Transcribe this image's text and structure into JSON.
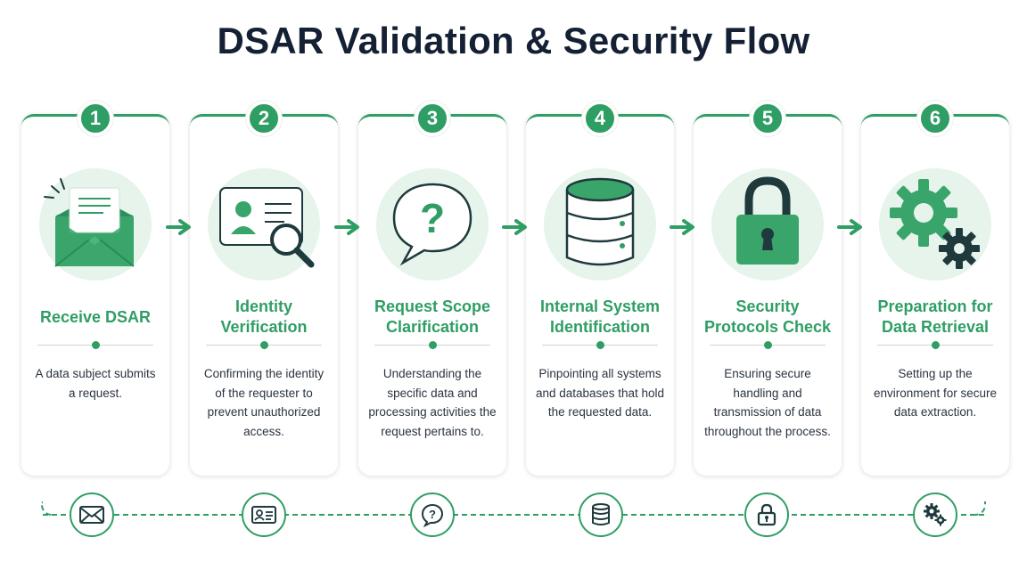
{
  "title": "DSAR Validation & Security Flow",
  "colors": {
    "accent": "#2f9e64",
    "light": "#e6f4ec",
    "dark": "#1f3a3d",
    "title": "#142033"
  },
  "steps": [
    {
      "number": "1",
      "title": "Receive DSAR",
      "description": "A data subject submits a request.",
      "icon": "envelope-icon"
    },
    {
      "number": "2",
      "title": "Identity Verification",
      "description": "Confirming the identity of the requester to prevent unauthorized access.",
      "icon": "id-card-search-icon"
    },
    {
      "number": "3",
      "title": "Request Scope Clarification",
      "description": "Understanding the specific data and processing activities the request pertains to.",
      "icon": "question-bubble-icon"
    },
    {
      "number": "4",
      "title": "Internal System Identification",
      "description": "Pinpointing all systems and databases that hold the requested data.",
      "icon": "database-icon"
    },
    {
      "number": "5",
      "title": "Security Protocols Check",
      "description": "Ensuring secure handling and transmission of data throughout the process.",
      "icon": "padlock-icon"
    },
    {
      "number": "6",
      "title": "Preparation for Data Retrieval",
      "description": "Setting up the environment for secure data extraction.",
      "icon": "gears-icon"
    }
  ],
  "timeline_icons": [
    "envelope-icon",
    "id-card-icon",
    "question-icon",
    "database-icon",
    "padlock-icon",
    "gears-icon"
  ]
}
